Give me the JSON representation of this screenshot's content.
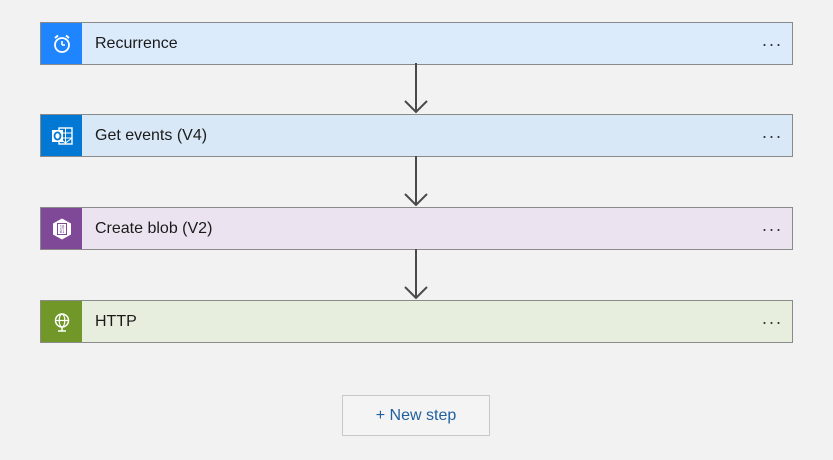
{
  "steps": [
    {
      "label": "Recurrence",
      "icon": "clock-icon",
      "icon_bg": "#1f85ff",
      "bg": "#dcebfc",
      "more": "···"
    },
    {
      "label": "Get events (V4)",
      "icon": "outlook-icon",
      "icon_bg": "#0078d4",
      "bg": "#d9e8f7",
      "more": "···"
    },
    {
      "label": "Create blob (V2)",
      "icon": "blob-storage-icon",
      "icon_bg": "#804998",
      "bg": "#ebe3f0",
      "more": "···"
    },
    {
      "label": "HTTP",
      "icon": "globe-icon",
      "icon_bg": "#709727",
      "bg": "#e8eedd",
      "more": "···"
    }
  ],
  "new_step": {
    "label": "+ New step"
  },
  "colors": {
    "canvas": "#f2f2f2",
    "arrow": "#4a4a4a",
    "link": "#1f5f9e"
  }
}
